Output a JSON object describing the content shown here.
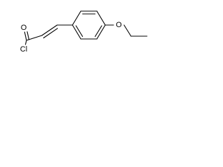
{
  "molecule": {
    "atoms": {
      "oxygen_carbonyl": "O",
      "chlorine": "Cl",
      "oxygen_ether": "O"
    },
    "line_color": "#000000",
    "background": "#ffffff"
  }
}
